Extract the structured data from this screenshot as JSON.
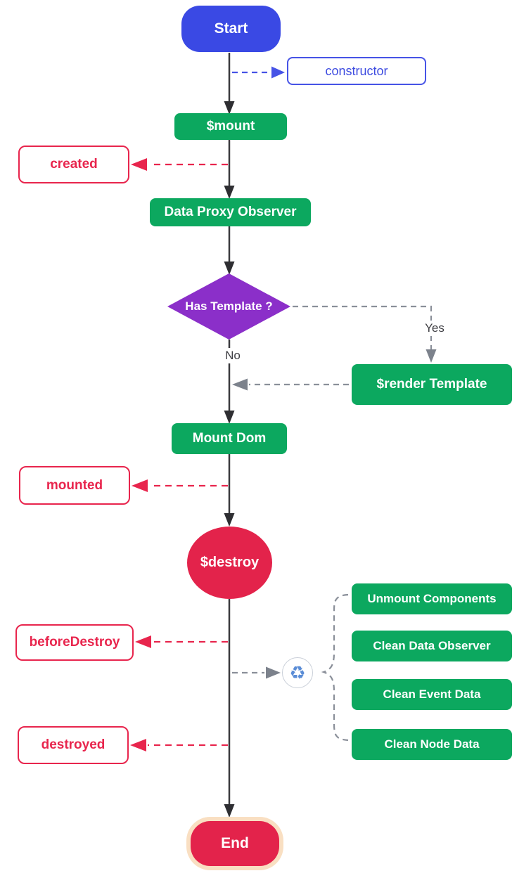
{
  "diagram": {
    "nodes": {
      "start": {
        "label": "Start"
      },
      "constructor_hook": {
        "label": "constructor"
      },
      "mount": {
        "label": "$mount"
      },
      "created_hook": {
        "label": "created"
      },
      "data_proxy_observer": {
        "label": "Data Proxy Observer"
      },
      "has_template": {
        "label": "Has Template ?"
      },
      "render_template": {
        "label": "$render Template"
      },
      "mount_dom": {
        "label": "Mount Dom"
      },
      "mounted_hook": {
        "label": "mounted"
      },
      "destroy": {
        "label": "$destroy"
      },
      "before_destroy_hook": {
        "label": "beforeDestroy"
      },
      "unmount_components": {
        "label": "Unmount Components"
      },
      "clean_data_observer": {
        "label": "Clean Data Observer"
      },
      "clean_event_data": {
        "label": "Clean Event Data"
      },
      "clean_node_data": {
        "label": "Clean Node Data"
      },
      "destroyed_hook": {
        "label": "destroyed"
      },
      "end": {
        "label": "End"
      }
    },
    "edge_labels": {
      "yes": "Yes",
      "no": "No"
    },
    "icons": {
      "recycle": "♻"
    },
    "colors": {
      "start_blue": "#3A49E4",
      "constructor_blue": "#4653E6",
      "node_green": "#0CA85F",
      "decision_purple": "#8B2FC9",
      "destroy_red": "#E3234B",
      "hook_red": "#E8254D",
      "end_border_cream": "#F9DFC2",
      "flow_line_dark": "#3A3A3E",
      "dashed_gray": "#8A8F99",
      "recycle_icon_blue": "#5B8DD6"
    }
  }
}
